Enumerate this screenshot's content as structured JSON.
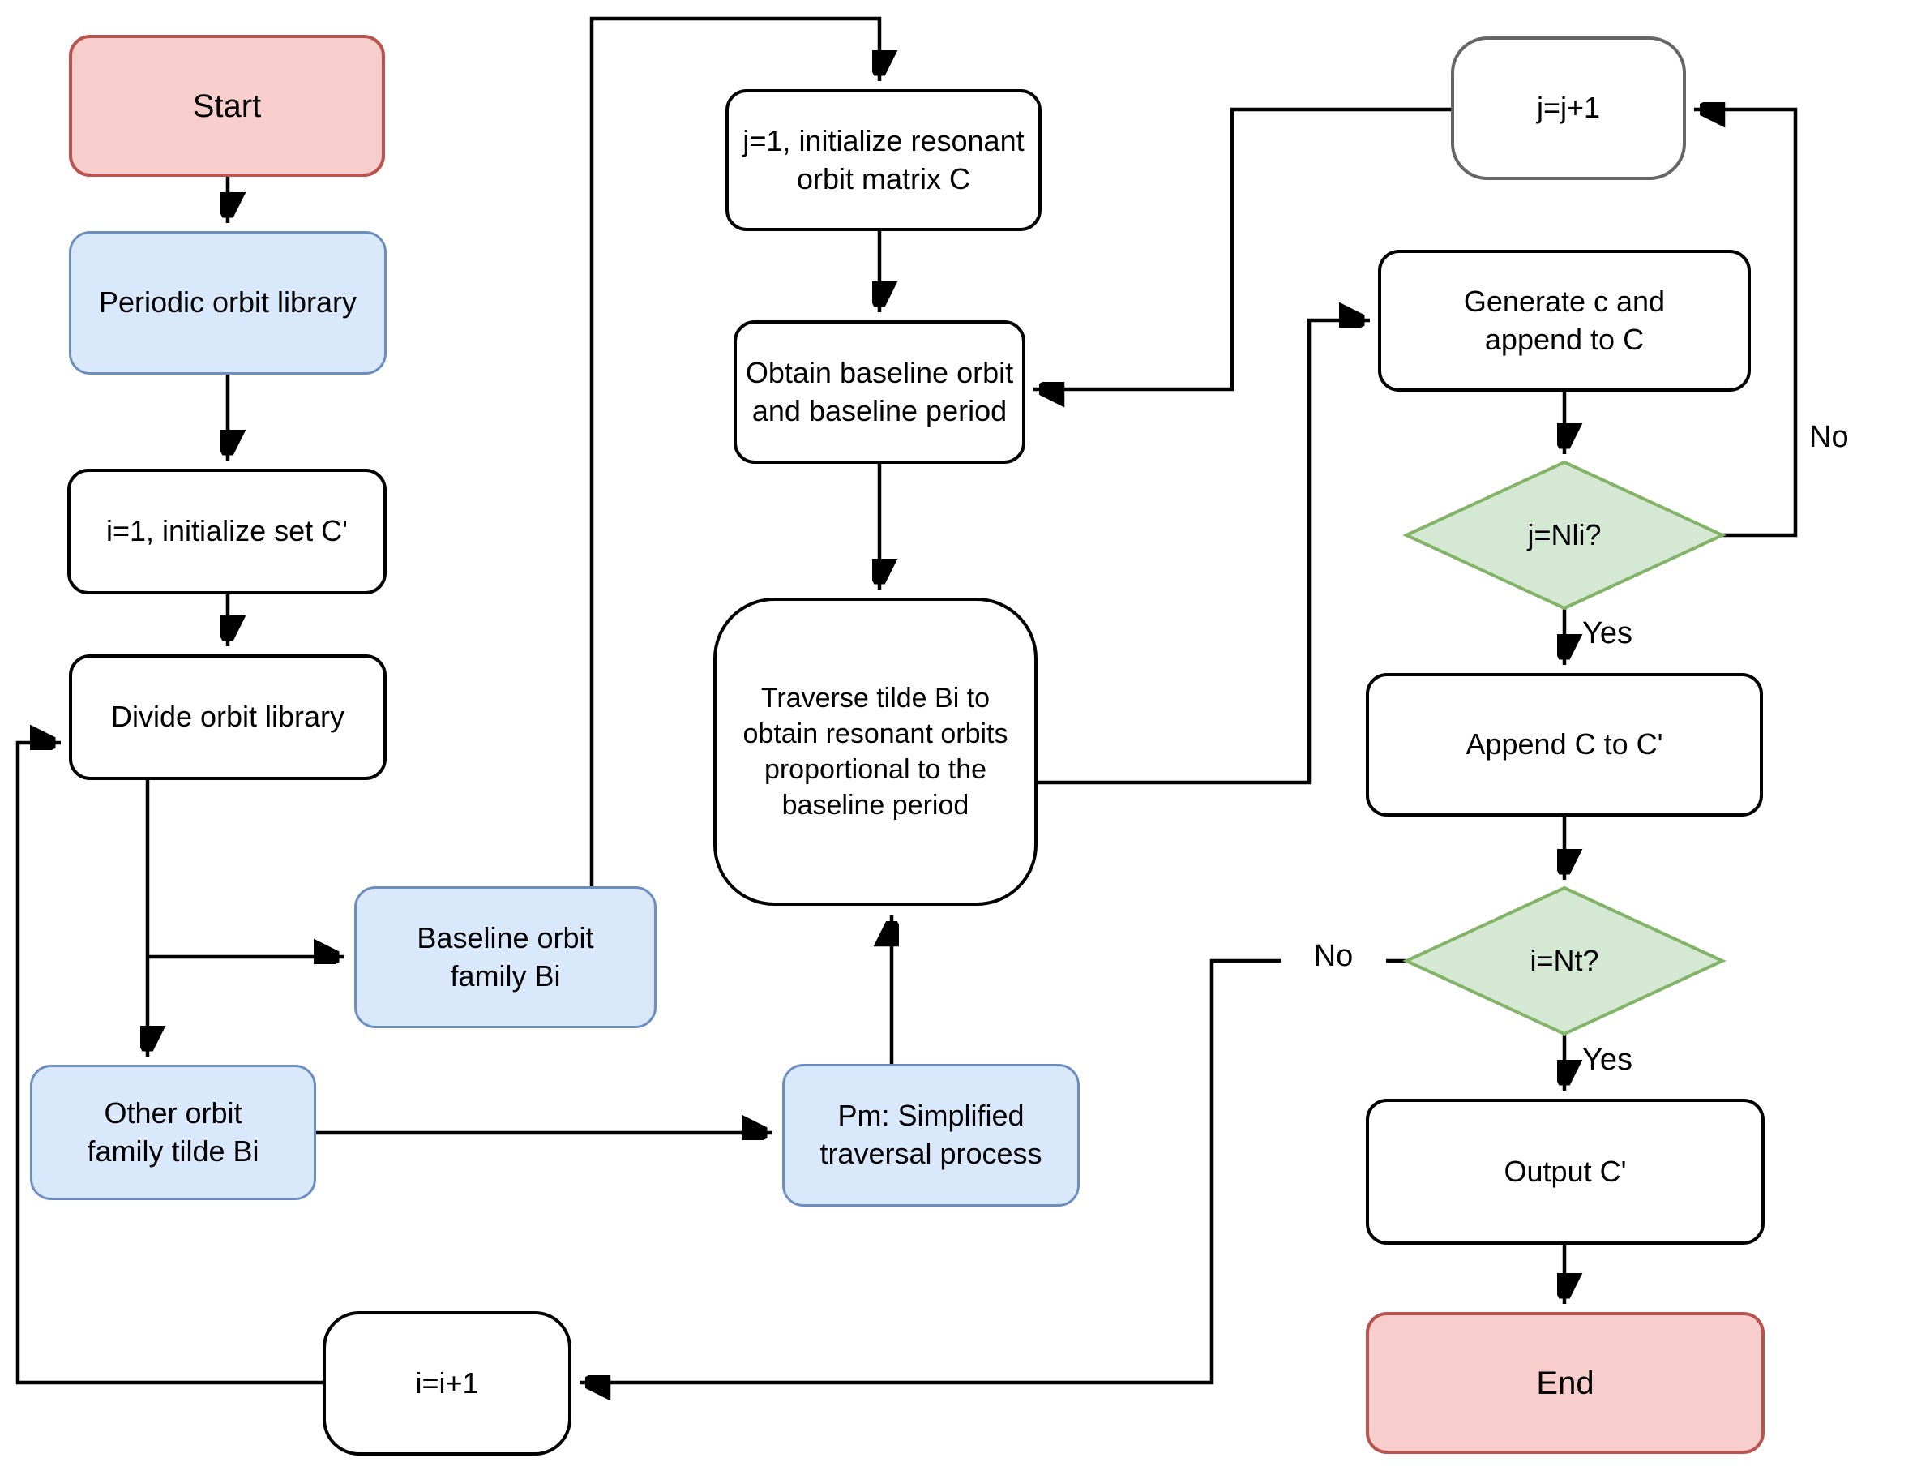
{
  "diagram": {
    "type": "flowchart",
    "colors": {
      "terminal_fill": "#f8cecc",
      "terminal_border": "#b85450",
      "data_fill": "#dae8fc",
      "data_border": "#6c8ebf",
      "decision_fill": "#d5e8d4",
      "decision_border": "#82b366",
      "process_fill": "#ffffff",
      "process_border": "#000000",
      "line_color": "#000000"
    }
  },
  "nodes": {
    "start": {
      "label": "Start"
    },
    "periodic_orbit_library": {
      "label": "Periodic orbit library"
    },
    "init_set": {
      "label": "i=1, initialize set C'"
    },
    "divide_orbit_library": {
      "label": "Divide orbit library"
    },
    "baseline_family": {
      "label": "Baseline orbit\nfamily Bi"
    },
    "other_family": {
      "label": "Other orbit\nfamily tilde Bi"
    },
    "i_increment": {
      "label": "i=i+1"
    },
    "init_matrix": {
      "label": "j=1, initialize resonant\norbit matrix C"
    },
    "obtain_baseline": {
      "label": "Obtain baseline orbit\nand baseline period"
    },
    "traverse": {
      "label": "Traverse tilde Bi to\nobtain resonant orbits\nproportional to the\nbaseline period"
    },
    "pm_process": {
      "label": "Pm: Simplified\ntraversal process"
    },
    "j_increment": {
      "label": "j=j+1"
    },
    "generate": {
      "label": "Generate c and\nappend to C"
    },
    "check_j": {
      "label": "j=Nli?"
    },
    "append": {
      "label": "Append C to C'"
    },
    "check_i": {
      "label": "i=Nt?"
    },
    "output": {
      "label": "Output C'"
    },
    "end": {
      "label": "End"
    }
  },
  "edge_labels": {
    "check_j_yes": "Yes",
    "check_j_no": "No",
    "check_i_yes": "Yes",
    "check_i_no": "No"
  }
}
